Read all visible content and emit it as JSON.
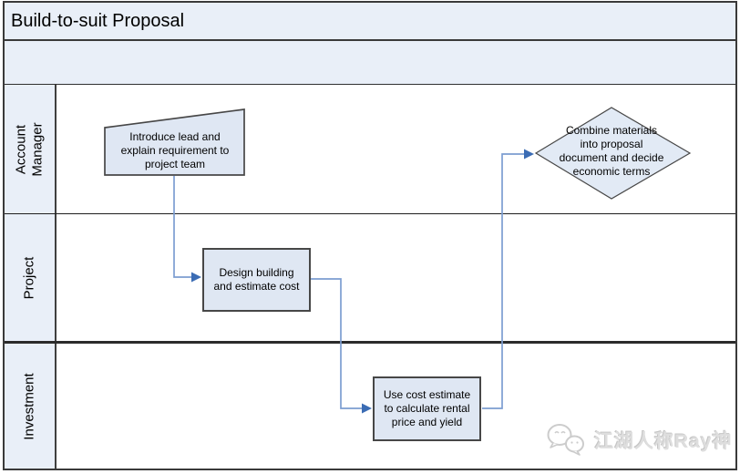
{
  "title": "Build-to-suit Proposal",
  "lanes": [
    {
      "label": "Account\nManager"
    },
    {
      "label": "Project"
    },
    {
      "label": "Investment"
    }
  ],
  "nodes": {
    "introduce": {
      "shape": "trapezoid",
      "lane": "Account Manager",
      "label": "Introduce lead and\nexplain requirement to\nproject team"
    },
    "design": {
      "shape": "rectangle",
      "lane": "Project",
      "label": "Design building\nand estimate cost"
    },
    "cost": {
      "shape": "rectangle",
      "lane": "Investment",
      "label": "Use cost estimate\nto calculate rental\nprice and yield"
    },
    "combine": {
      "shape": "diamond",
      "lane": "Account Manager",
      "label": "Combine materials\ninto proposal\ndocument and decide\neconomic terms"
    }
  },
  "connectors": [
    {
      "from": "introduce",
      "to": "design"
    },
    {
      "from": "design",
      "to": "cost"
    },
    {
      "from": "cost",
      "to": "combine"
    }
  ],
  "watermark": {
    "text": "江湖人称Ray神",
    "icon": "chat-bubbles-icon"
  },
  "colors": {
    "band_fill": "#E9EFF8",
    "shape_fill": "#DFE7F3",
    "shape_border": "#474747",
    "frame_border": "#3A3A3A",
    "connector_line": "#7C9DD1",
    "connector_arrow": "#3B6CB4",
    "text": "#000000",
    "watermark_gray": "#DEDEDE"
  }
}
